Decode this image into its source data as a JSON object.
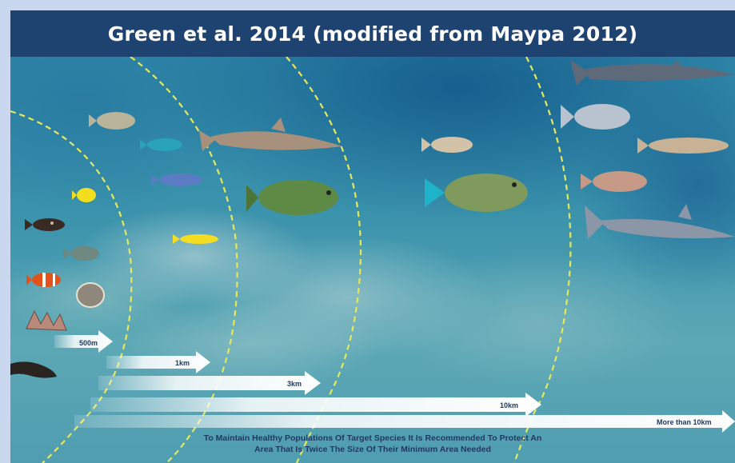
{
  "header": {
    "title": "Green et al. 2014 (modified from Maypa 2012)"
  },
  "ranges": [
    {
      "label": "500m"
    },
    {
      "label": "1km"
    },
    {
      "label": "3km"
    },
    {
      "label": "10km"
    },
    {
      "label": "More than 10km"
    }
  ],
  "caption": {
    "line1": "To Maintain Healthy Populations Of Target Species It Is Recommended To Protect An",
    "line2": "Area That Is Twice The Size Of Their Minimum Area Needed"
  },
  "colors": {
    "header_bg": "#1f4371",
    "frame_bg": "#c9d8ee",
    "boundary_line": "#e6e85a",
    "arrow_fill": "#ffffff",
    "label_text": "#1f3a63"
  }
}
